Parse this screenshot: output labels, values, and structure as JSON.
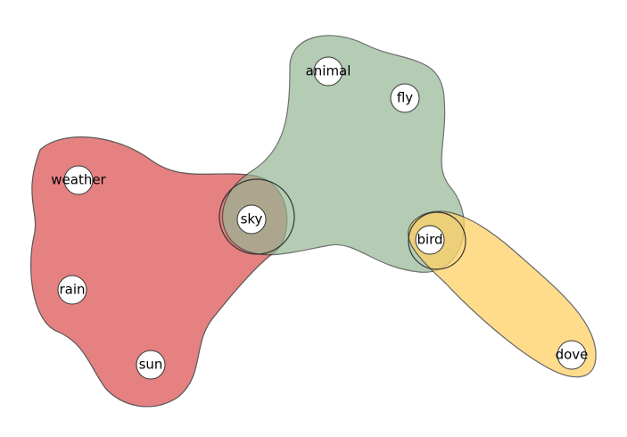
{
  "colors": {
    "weather_group": "#e06666",
    "animal_group": "#93b793",
    "bird_group": "#ffd166",
    "outline": "#333333",
    "node_fill": "#ffffff",
    "node_stroke": "#333333",
    "label": "#000000"
  },
  "groups": [
    {
      "id": "weather",
      "members": [
        "weather",
        "rain",
        "sun",
        "sky"
      ]
    },
    {
      "id": "animal",
      "members": [
        "animal",
        "fly",
        "sky",
        "bird"
      ]
    },
    {
      "id": "bird",
      "members": [
        "bird",
        "dove"
      ]
    }
  ],
  "nodes": {
    "weather": {
      "label": "weather"
    },
    "rain": {
      "label": "rain"
    },
    "sun": {
      "label": "sun"
    },
    "sky": {
      "label": "sky"
    },
    "animal": {
      "label": "animal"
    },
    "fly": {
      "label": "fly"
    },
    "bird": {
      "label": "bird"
    },
    "dove": {
      "label": "dove"
    }
  }
}
